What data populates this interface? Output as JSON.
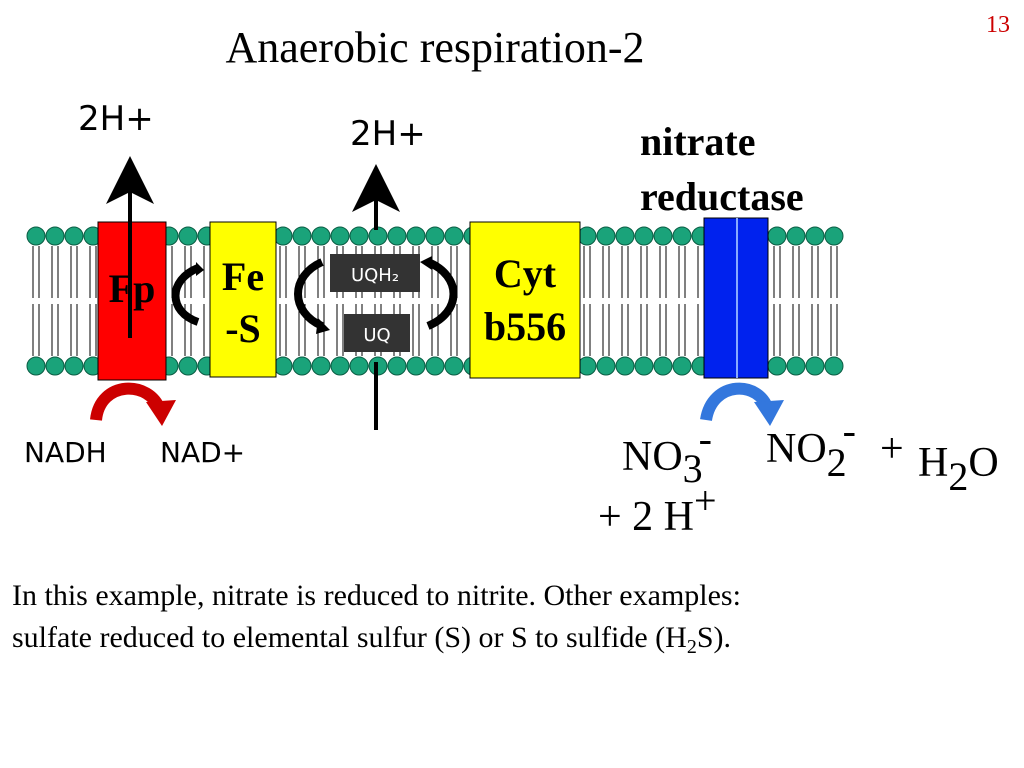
{
  "slide": {
    "number": "13",
    "title": "Anaerobic respiration-2"
  },
  "diagram": {
    "proton_left": "2H+",
    "proton_middle": "2H+",
    "enzyme_label_line1": "nitrate",
    "enzyme_label_line2": "reductase",
    "fp_label": "Fp",
    "fes_line1": "Fe",
    "fes_line2": "-S",
    "uqh2_label": "UQH₂",
    "uq_label": "UQ",
    "cyt_line1": "Cyt",
    "cyt_line2": "b556",
    "nadh": "NADH",
    "nad": "NAD+",
    "reaction_nitrate": "NO",
    "reaction_nitrate_sub": "3",
    "reaction_nitrate_sup": "-",
    "reaction_nitrite": "NO",
    "reaction_nitrite_sub": "2",
    "reaction_nitrite_sup": "-",
    "reaction_plus1": "+",
    "reaction_water_h": "H",
    "reaction_water_sub": "2",
    "reaction_water_o": "O",
    "reaction_protons": "+ 2 H",
    "reaction_protons_sup": "+"
  },
  "caption": {
    "line1": "In this example, nitrate is reduced to nitrite. Other examples:",
    "line2_pre": "sulfate reduced to elemental sulfur (S) or S to sulfide (H",
    "line2_sub": "2",
    "line2_post": "S)."
  },
  "colors": {
    "lipid_head": "#1aa37a",
    "fp": "#ff0000",
    "fes": "#ffff00",
    "cyt": "#ffff00",
    "reductase": "#0022ee",
    "uq_box": "#333333",
    "nadh_arrow": "#cc0000",
    "nitrate_arrow": "#3377dd"
  }
}
